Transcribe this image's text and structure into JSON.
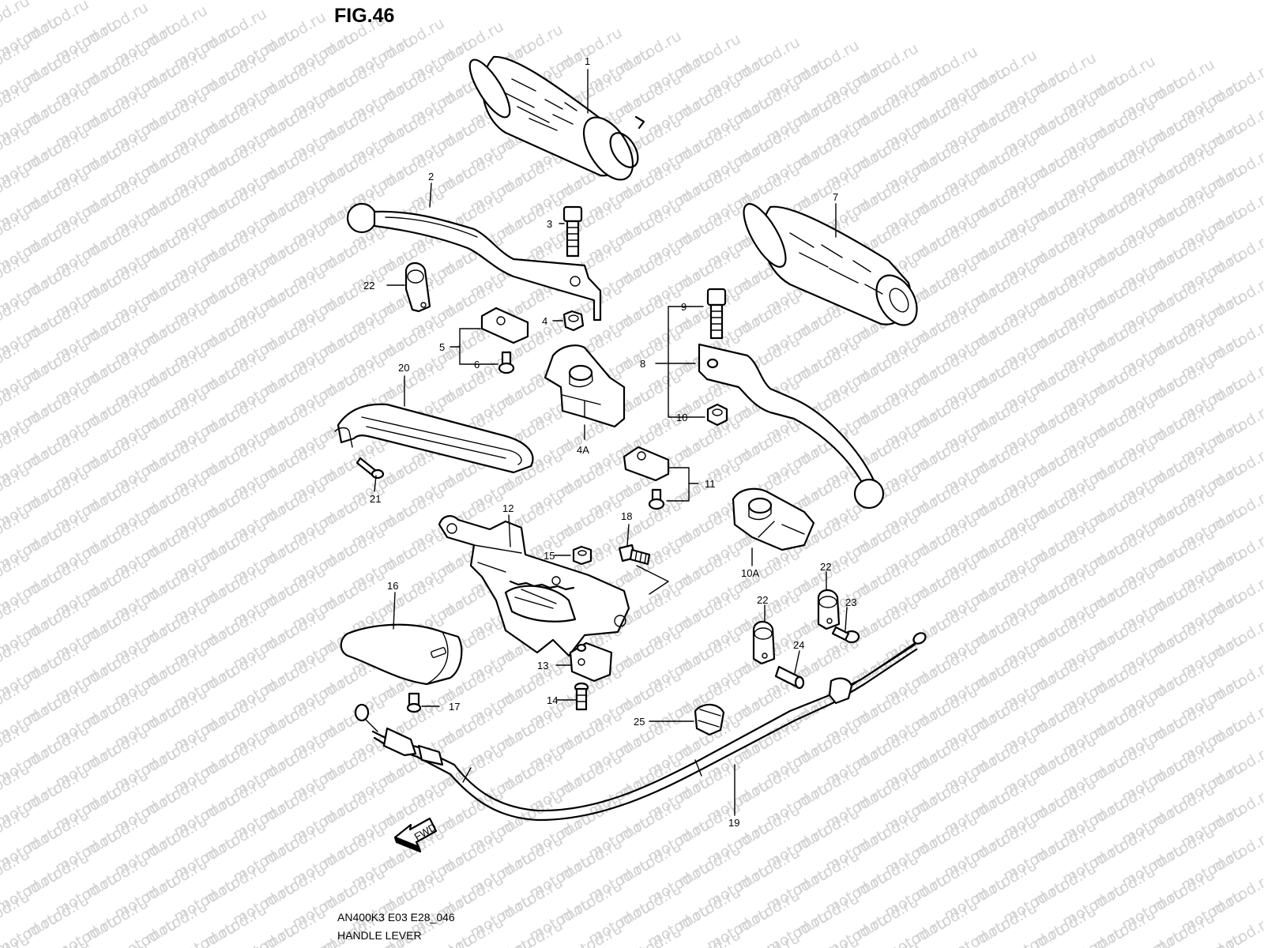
{
  "figure": {
    "title": "FIG.46",
    "drawing_code": "AN400K3 E03 E28_046",
    "caption": "HANDLE LEVER",
    "watermark": "motod.ru",
    "fwd_badge": "FWD"
  },
  "callouts": {
    "c1": "1",
    "c2": "2",
    "c3": "3",
    "c4": "4",
    "c5": "5",
    "c6": "6",
    "c7": "7",
    "c8": "8",
    "c9": "9",
    "c10": "10",
    "c11": "11",
    "c12": "12",
    "c13": "13",
    "c14": "14",
    "c15": "15",
    "c16": "16",
    "c17": "17",
    "c18": "18",
    "c19": "19",
    "c20": "20",
    "c21": "21",
    "c22a": "22",
    "c22b": "22",
    "c22c": "22",
    "c23": "23",
    "c24": "24",
    "c25": "25",
    "c4a": "4A",
    "c10a": "10A"
  }
}
